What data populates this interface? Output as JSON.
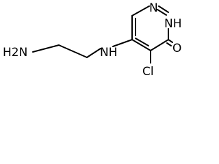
{
  "structure": {
    "atoms": {
      "amine_terminal": "H2N",
      "amine_linker": "NH",
      "ring_n_top": "N",
      "ring_nh": "NH",
      "carbonyl_o": "O",
      "chlorine": "Cl"
    }
  },
  "colors": {
    "bond": "#000000",
    "text": "#000000",
    "background": "#ffffff"
  }
}
